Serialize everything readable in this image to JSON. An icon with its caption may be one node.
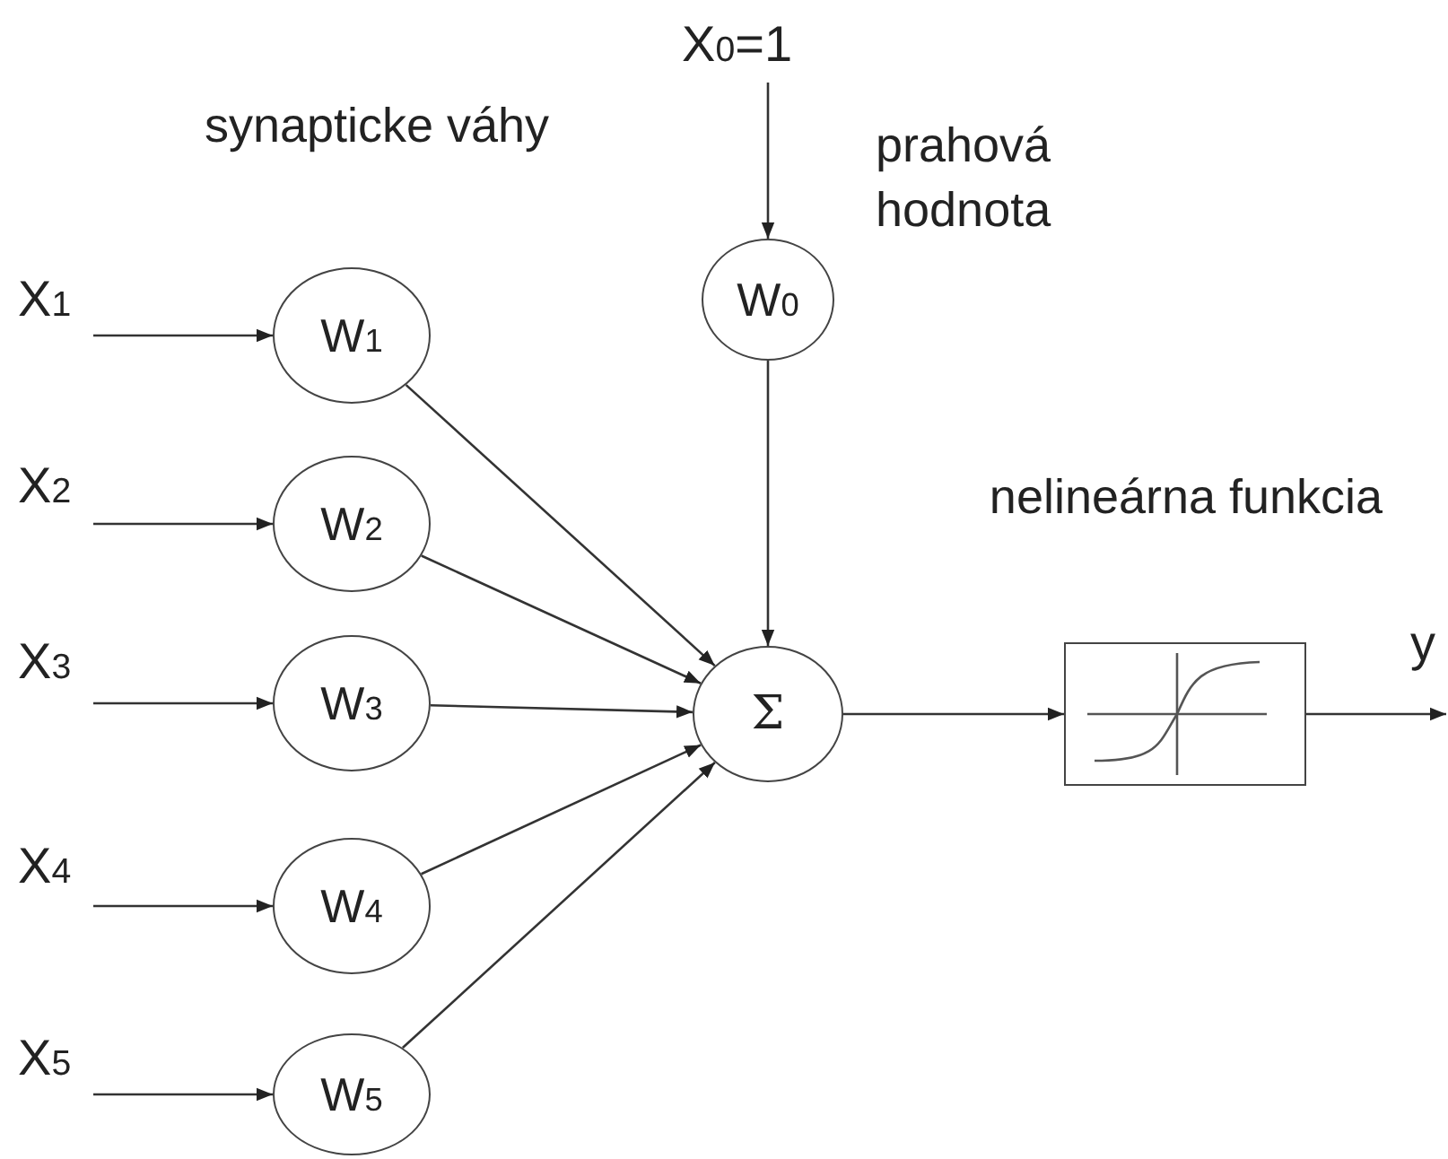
{
  "diagram": {
    "nodes": [
      {
        "text": [
          "X$_{0}$=1"
        ]
      },
      {
        "text": [
          "W$_{0}$"
        ],
        "beside": [
          "prahová hodnota"
        ]
      },
      {
        "text": [
          "X$_{1}$"
        ]
      },
      {
        "text": [
          "W$_{1}$"
        ]
      },
      {
        "text": [
          "X$_{2}$"
        ]
      },
      {
        "text": [
          "W$_{2}$"
        ]
      },
      {
        "text": [
          "X$_{3}$"
        ]
      },
      {
        "text": [
          "W$_{3}$"
        ]
      },
      {
        "text": [
          "X$_{4}$"
        ]
      },
      {
        "text": [
          "W$_{4}$"
        ]
      },
      {
        "text": [
          "X$_{5}$"
        ]
      },
      {
        "text": [
          "W$_{5}$"
        ]
      },
      {
        "text": [
          "Σ"
        ]
      },
      {
        "text": [],
        "shape": "box",
        "beside": [
          "nelineárna funkcia"
        ]
      },
      {
        "text": [
          "y"
        ]
      }
    ],
    "edges": [
      {
        "from": 0,
        "to": 1,
        "arrow": "to"
      },
      {
        "from": 2,
        "to": 3,
        "arrow": "to"
      },
      {
        "from": 4,
        "to": 5,
        "arrow": "to"
      },
      {
        "from": 6,
        "to": 7,
        "arrow": "to"
      },
      {
        "from": 8,
        "to": 9,
        "arrow": "to"
      },
      {
        "from": 10,
        "to": 11,
        "arrow": "to"
      },
      {
        "from": 3,
        "to": 12,
        "arrow": "to"
      },
      {
        "from": 5,
        "to": 12,
        "arrow": "to"
      },
      {
        "from": 7,
        "to": 12,
        "arrow": "to"
      },
      {
        "from": 9,
        "to": 12,
        "arrow": "to"
      },
      {
        "from": 11,
        "to": 12,
        "arrow": "to"
      },
      {
        "from": 1,
        "to": 12,
        "arrow": "to"
      },
      {
        "from": 12,
        "to": 13,
        "arrow": "to"
      },
      {
        "from": 13,
        "to": 14,
        "arrow": "to"
      }
    ],
    "labels": [
      "synapticke váhy"
    ]
  }
}
